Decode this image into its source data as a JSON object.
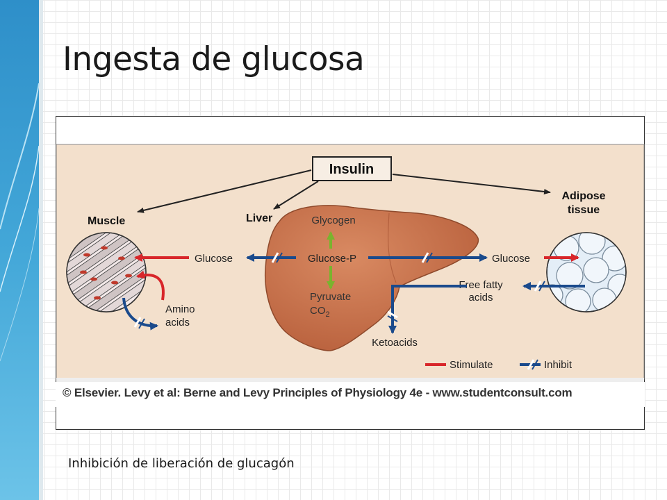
{
  "slide": {
    "title": "Ingesta de glucosa",
    "caption": "Inhibición de liberación de glucagón"
  },
  "diagram": {
    "hormone": "Insulin",
    "organs": {
      "muscle": "Muscle",
      "liver": "Liver",
      "adipose_line1": "Adipose",
      "adipose_line2": "tissue"
    },
    "metabolites": {
      "glycogen": "Glycogen",
      "glucose_p": "Glucose-P",
      "pyruvate": "Pyruvate",
      "co2": "CO",
      "co2_sub": "2",
      "glucose_left": "Glucose",
      "glucose_right": "Glucose",
      "amino_line1": "Amino",
      "amino_line2": "acids",
      "ffa_line1": "Free fatty",
      "ffa_line2": "acids",
      "ketoacids": "Ketoacids"
    },
    "legend": {
      "stimulate": "Stimulate",
      "inhibit": "Inhibit"
    },
    "copyright": "© Elsevier. Levy et al: Berne and Levy Principles of Physiology 4e - www.studentconsult.com",
    "colors": {
      "stimulate": "#d8262a",
      "inhibit": "#1a4a8c",
      "conversion": "#7ab32e",
      "liver": "#c97650",
      "panel": "#f3e0cc"
    }
  }
}
